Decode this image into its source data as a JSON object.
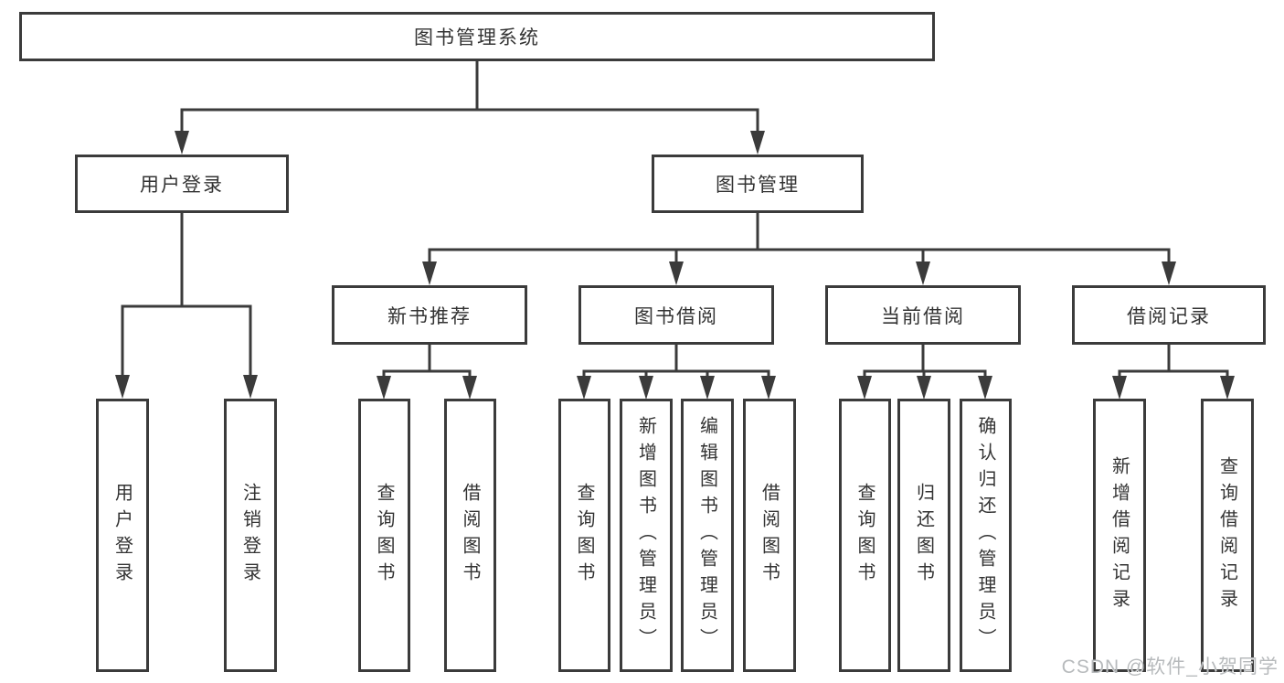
{
  "diagram": {
    "root": {
      "label": "图书管理系统"
    },
    "branches": [
      {
        "label": "用户登录",
        "children": [
          {
            "label": "用户登录"
          },
          {
            "label": "注销登录"
          }
        ]
      },
      {
        "label": "图书管理",
        "children": [
          {
            "label": "新书推荐",
            "children": [
              {
                "label": "查询图书"
              },
              {
                "label": "借阅图书"
              }
            ]
          },
          {
            "label": "图书借阅",
            "children": [
              {
                "label": "查询图书"
              },
              {
                "label": "新增图书（管理员）"
              },
              {
                "label": "编辑图书（管理员）"
              },
              {
                "label": "借阅图书"
              }
            ]
          },
          {
            "label": "当前借阅",
            "children": [
              {
                "label": "查询图书"
              },
              {
                "label": "归还图书"
              },
              {
                "label": "确认归还（管理员）"
              }
            ]
          },
          {
            "label": "借阅记录",
            "children": [
              {
                "label": "新增借阅记录"
              },
              {
                "label": "查询借阅记录"
              }
            ]
          }
        ]
      }
    ],
    "watermark": "CSDN @软件_小贺同学",
    "colors": {
      "line": "#3b3b3b",
      "text": "#333333",
      "watermark": "#b7babc",
      "box_fill": "#ffffff",
      "background": "#ffffff"
    }
  }
}
